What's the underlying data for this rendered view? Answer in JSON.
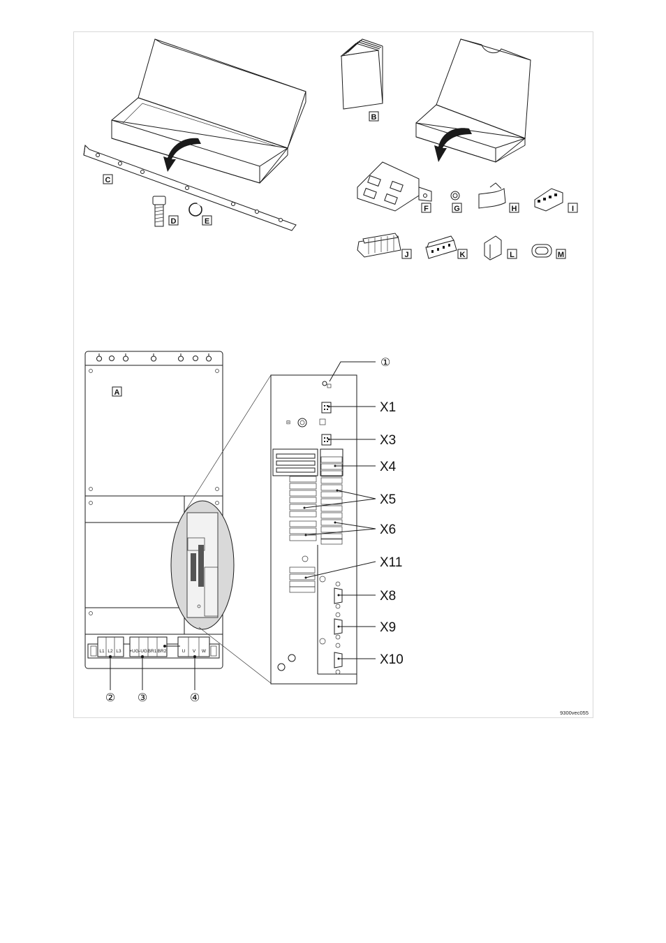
{
  "part_labels": {
    "A": "A",
    "B": "B",
    "C": "C",
    "D": "D",
    "E": "E",
    "F": "F",
    "G": "G",
    "H": "H",
    "I": "I",
    "J": "J",
    "K": "K",
    "L": "L",
    "M": "M"
  },
  "connectors": {
    "x1": "X1",
    "x3": "X3",
    "x4": "X4",
    "x5": "X5",
    "x6": "X6",
    "x11": "X11",
    "x8": "X8",
    "x9": "X9",
    "x10": "X10"
  },
  "callouts": {
    "c1": "①",
    "c2": "②",
    "c3": "③",
    "c4": "④"
  },
  "terminals": {
    "mains": [
      "L1",
      "L2",
      "L3"
    ],
    "dc": [
      "+UG",
      "-UG",
      "BR1",
      "BR2"
    ],
    "motor": [
      "U",
      "V",
      "W"
    ]
  },
  "figure_ref": "9300vec055"
}
